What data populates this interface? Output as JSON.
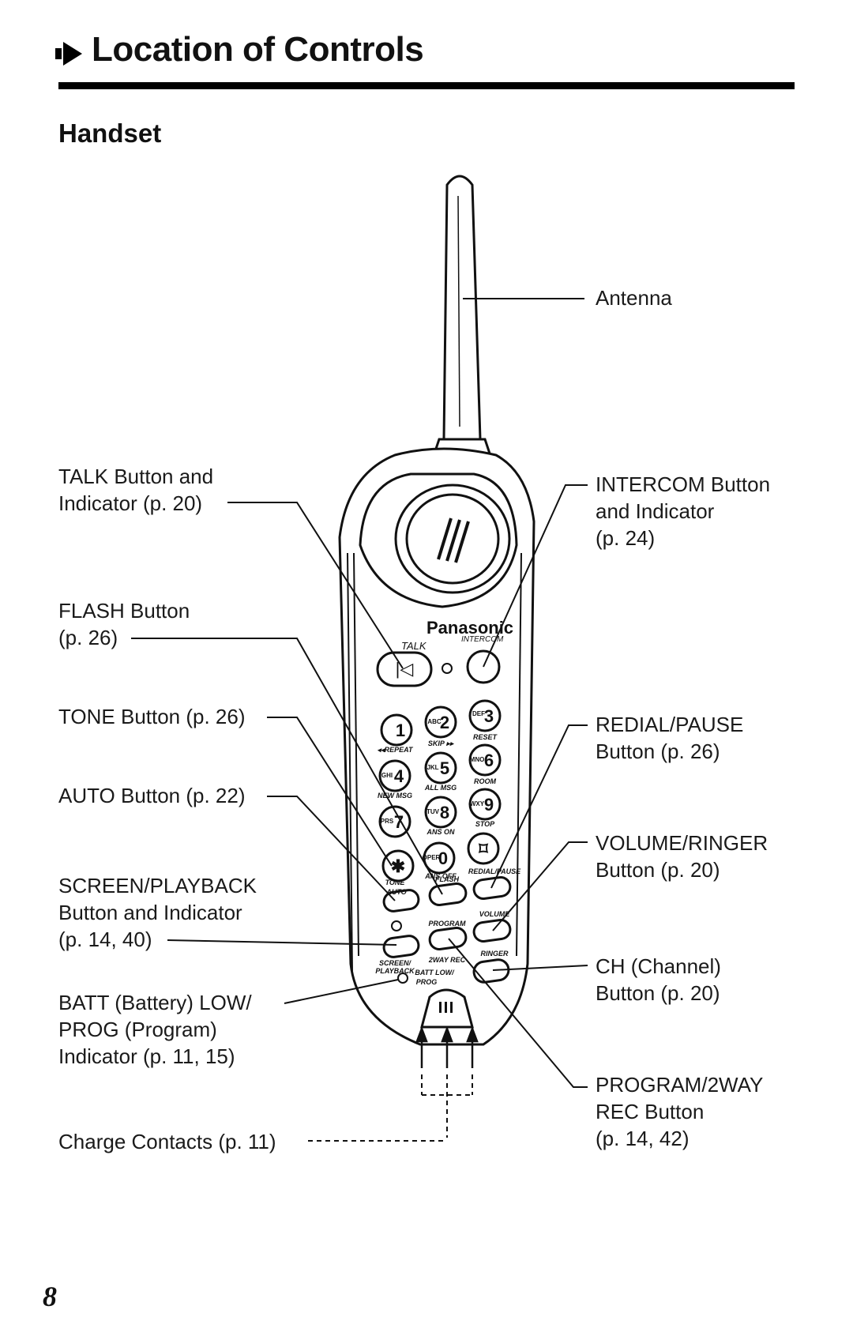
{
  "header": {
    "title": "Location of Controls",
    "section": "Handset"
  },
  "handset": {
    "brand": "Panasonic",
    "top_labels": {
      "talk": "TALK",
      "intercom": "INTERCOM"
    },
    "keys": [
      "1",
      "2",
      "3",
      "4",
      "5",
      "6",
      "7",
      "8",
      "9",
      "✱",
      "0",
      "⌑"
    ],
    "key_letters": [
      "ABC",
      "DEF",
      "GHI",
      "JKL",
      "MNO",
      "PRS",
      "TUV",
      "WXY",
      "OPER"
    ],
    "key_functions": [
      "◂◂REPEAT",
      "SKIP ▸▸",
      "RESET",
      "NEW MSG",
      "ALL MSG",
      "ROOM",
      "ANS ON",
      "STOP",
      "ANS OFF"
    ],
    "button_labels": [
      "TONE",
      "AUTO",
      "FLASH",
      "REDIAL/PAUSE",
      "PROGRAM",
      "VOLUME",
      "SCREEN/",
      "PLAYBACK",
      "2WAY REC",
      "RINGER",
      "BATT LOW/",
      "PROG"
    ]
  },
  "callouts": {
    "antenna": "Antenna",
    "talk": "TALK Button and\nIndicator (p. 20)",
    "flash": "FLASH Button\n(p. 26)",
    "tone": "TONE Button (p. 26)",
    "auto": "AUTO Button (p. 22)",
    "screen": "SCREEN/PLAYBACK\nButton and Indicator\n(p. 14, 40)",
    "batt": "BATT (Battery) LOW/\nPROG (Program)\nIndicator (p. 11, 15)",
    "charge": "Charge Contacts (p. 11)",
    "intercom": "INTERCOM Button\nand Indicator\n(p. 24)",
    "redial": "REDIAL/PAUSE\nButton (p. 26)",
    "volume": "VOLUME/RINGER\nButton (p. 20)",
    "ch": "CH (Channel)\nButton (p. 20)",
    "program": "PROGRAM/2WAY\nREC Button\n(p. 14, 42)"
  },
  "footer": {
    "page_number": "8"
  }
}
